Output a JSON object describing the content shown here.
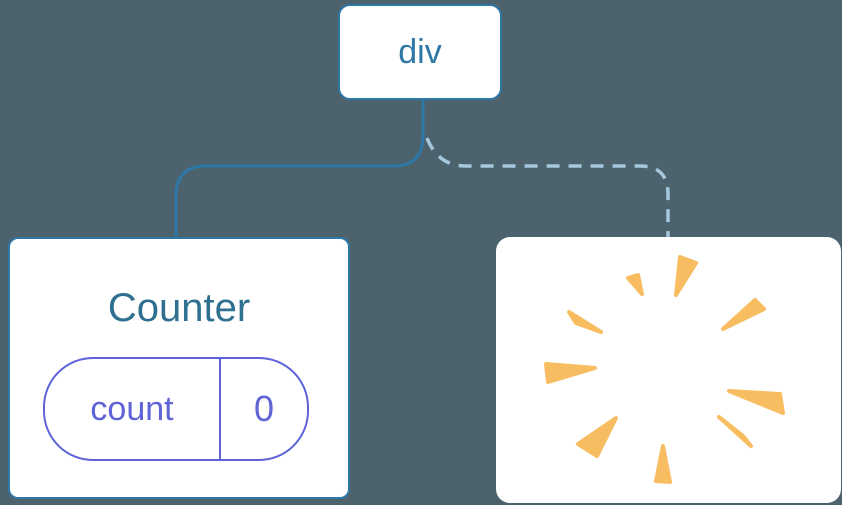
{
  "theme": {
    "bg": "#4C626D",
    "card": "#FFFFFF",
    "blue": "#2E78A8",
    "title": "#2F6F90",
    "purple": "#5E63D8",
    "dashed": "#A6C8DE",
    "orange": "#F8BC61"
  },
  "tree": {
    "root": {
      "label": "div"
    },
    "children": {
      "counter": {
        "title": "Counter",
        "state": {
          "key": "count",
          "value": "0"
        }
      },
      "removed": {
        "icon": "poof"
      }
    }
  }
}
